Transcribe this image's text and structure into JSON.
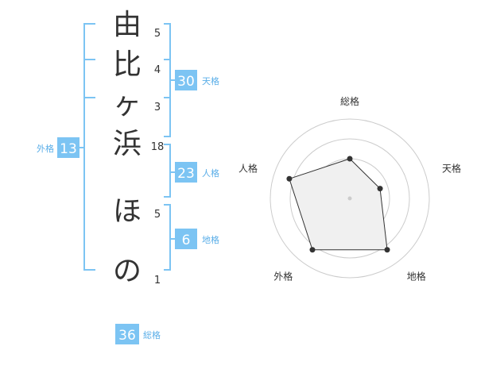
{
  "name_chars": [
    {
      "char": "由",
      "strokes": "5"
    },
    {
      "char": "比",
      "strokes": "4"
    },
    {
      "char": "ヶ",
      "strokes": "3"
    },
    {
      "char": "浜",
      "strokes": "18"
    },
    {
      "char": "ほ",
      "strokes": "5"
    },
    {
      "char": "の",
      "strokes": "1"
    }
  ],
  "fortunes": {
    "tenkaku": {
      "value": "30",
      "label": "天格"
    },
    "jinkaku": {
      "value": "23",
      "label": "人格"
    },
    "chikaku": {
      "value": "6",
      "label": "地格"
    },
    "gaikaku": {
      "value": "13",
      "label": "外格"
    },
    "soukaku": {
      "value": "36",
      "label": "総格"
    }
  },
  "radar": {
    "axes": [
      "総格",
      "天格",
      "地格",
      "外格",
      "人格"
    ],
    "values": [
      0.5,
      0.4,
      0.8,
      0.8,
      0.8
    ],
    "max": 1
  },
  "colors": {
    "bracket": "#7cc4f3",
    "box": "#7cc4f3",
    "box_text": "#ffffff",
    "label": "#5aaee8",
    "char": "#333333",
    "stroke_num": "#333333",
    "radar_fill": "#f0f0f0",
    "radar_line": "#333333",
    "radar_grid": "#cccccc"
  }
}
